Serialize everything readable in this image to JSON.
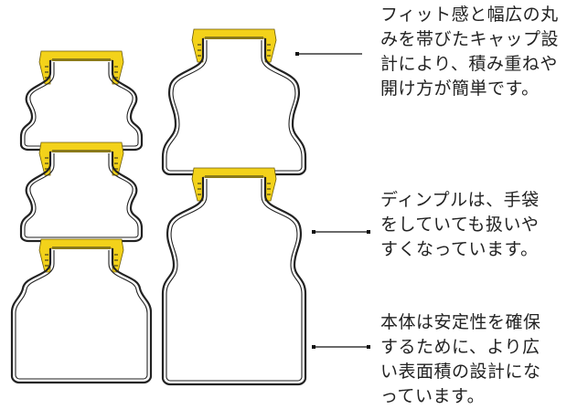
{
  "callouts": [
    {
      "id": "cap",
      "text": "フィット感と幅広の丸\nみを帯びたキャップ設\n計により、積み重ねや\n開け方が簡単です。"
    },
    {
      "id": "dimple",
      "text": "ディンプルは、手袋\nをしていても扱いや\nすくなっています。"
    },
    {
      "id": "body",
      "text": "本体は安定性を確保\nするために、より広\nい表面積の設計にな\nっています。"
    }
  ],
  "colors": {
    "cap": "#f3d21a",
    "outline": "#222222",
    "leader": "#111111"
  }
}
